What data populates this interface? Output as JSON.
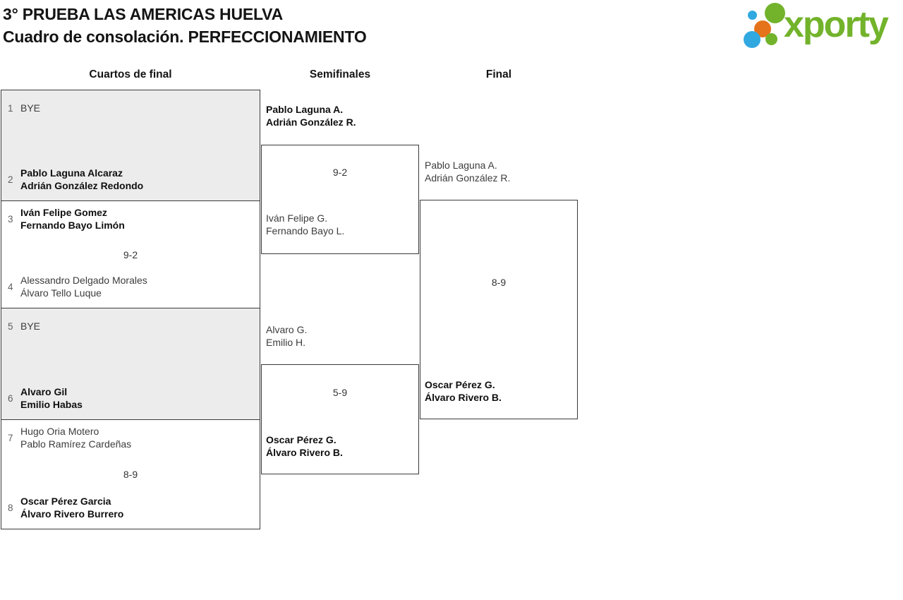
{
  "page": {
    "title_line1": "3° PRUEBA LAS AMERICAS HUELVA",
    "title_line2": "Cuadro de consolación. PERFECCIONAMIENTO"
  },
  "logo": {
    "text": "xporty"
  },
  "colors": {
    "brand_green": "#72b32b",
    "brand_blue": "#31a9e0",
    "brand_orange": "#e5731b",
    "box_gray": "#ececec",
    "border": "#3a3a3a"
  },
  "round_headers": {
    "r1": "Cuartos de final",
    "r2": "Semifinales",
    "r3": "Final"
  },
  "quarterfinals": [
    {
      "seed_top": "1",
      "top1": "BYE",
      "top2": "",
      "score": "",
      "seed_bottom": "2",
      "bottom1": "Pablo Laguna Alcaraz",
      "bottom2": "Adrián González Redondo",
      "winner": "bottom"
    },
    {
      "seed_top": "3",
      "top1": "Iván Felipe Gomez",
      "top2": "Fernando Bayo Limón",
      "score": "9-2",
      "seed_bottom": "4",
      "bottom1": "Alessandro Delgado Morales",
      "bottom2": "Álvaro Tello Luque",
      "winner": "top"
    },
    {
      "seed_top": "5",
      "top1": "BYE",
      "top2": "",
      "score": "",
      "seed_bottom": "6",
      "bottom1": "Alvaro Gil",
      "bottom2": "Emilio Habas",
      "winner": "bottom"
    },
    {
      "seed_top": "7",
      "top1": "Hugo Oria Motero",
      "top2": "Pablo Ramírez Cardeñas",
      "score": "8-9",
      "seed_bottom": "8",
      "bottom1": "Oscar Pérez Garcia",
      "bottom2": "Álvaro Rivero Burrero",
      "winner": "bottom"
    }
  ],
  "semifinals": [
    {
      "top1": "Pablo Laguna A.",
      "top2": "Adrián González R.",
      "score": "9-2",
      "bottom1": "Iván Felipe G.",
      "bottom2": "Fernando Bayo L.",
      "winner": "top"
    },
    {
      "top1": "Alvaro G.",
      "top2": "Emilio H.",
      "score": "5-9",
      "bottom1": "Oscar Pérez G.",
      "bottom2": "Álvaro Rivero B.",
      "winner": "bottom"
    }
  ],
  "final": {
    "top1": "Pablo Laguna A.",
    "top2": "Adrián González R.",
    "score": "8-9",
    "bottom1": "Oscar Pérez G.",
    "bottom2": "Álvaro Rivero B.",
    "winner": "bottom"
  }
}
